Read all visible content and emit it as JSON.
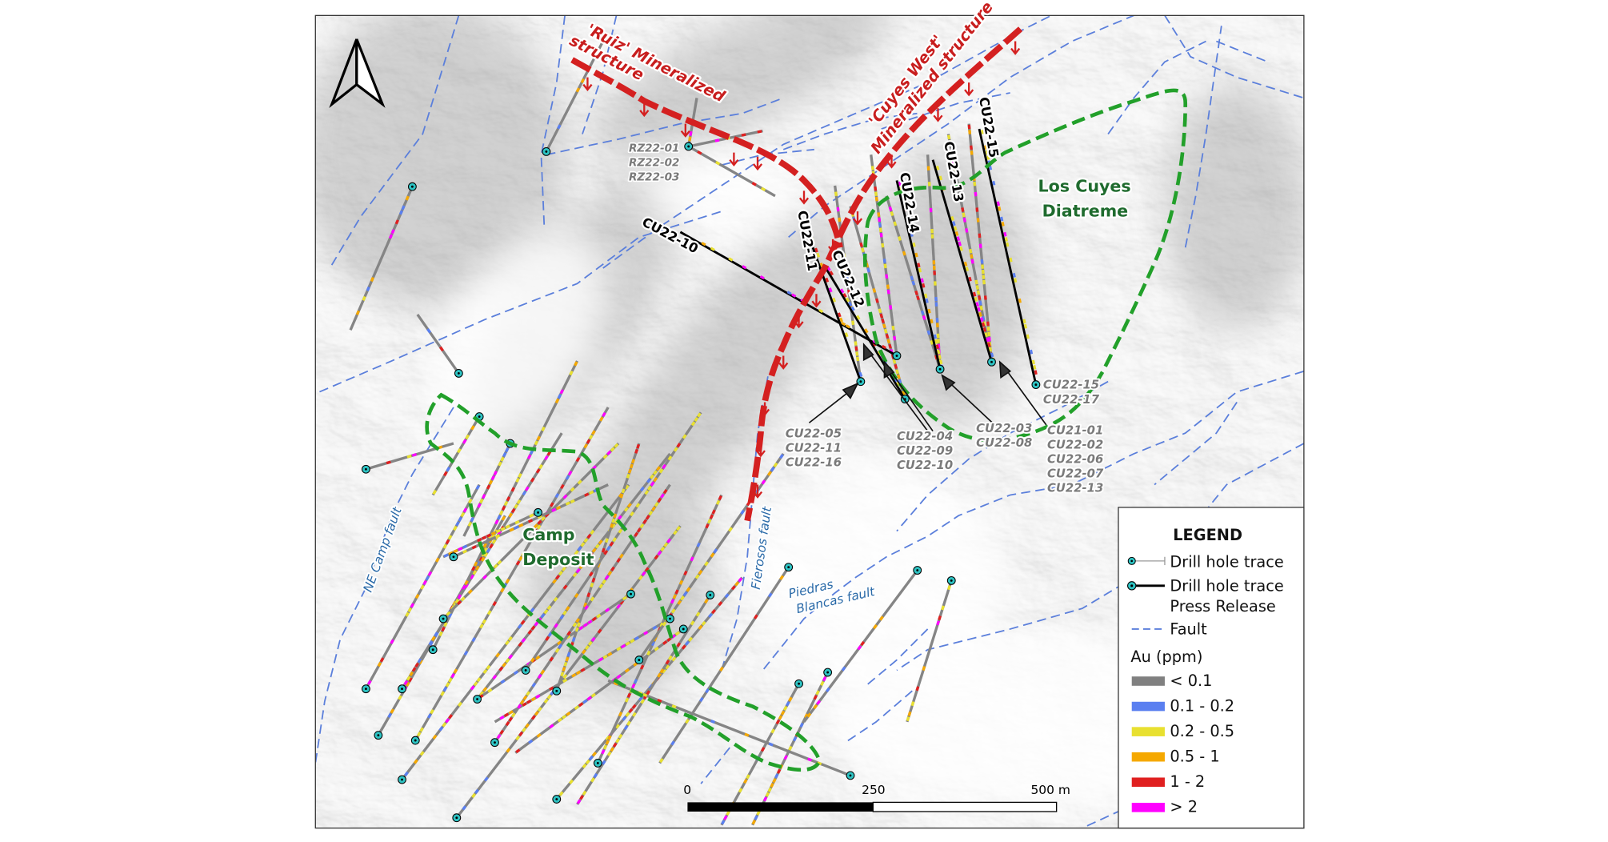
{
  "map": {
    "north_arrow": "north-arrow-icon",
    "structures": {
      "ruiz": [
        "'Ruiz' Mineralized",
        "structure"
      ],
      "cuyes_west": [
        "'Cuyes West'",
        "Mineralized structure"
      ]
    },
    "areas": {
      "los_cuyes": [
        "Los Cuyes",
        "Diatreme"
      ],
      "camp": [
        "Camp",
        "Deposit"
      ]
    },
    "faults": {
      "ne_camp": "NE Camp fault",
      "fierosos": "Fierosos fault",
      "piedras": [
        "Piedras",
        "Blancas fault"
      ]
    },
    "hole_labels": {
      "cu22_10": "CU22-10",
      "cu22_11": "CU22-11",
      "cu22_12": "CU22-12",
      "cu22_13": "CU22-13",
      "cu22_14": "CU22-14",
      "cu22_15": "CU22-15"
    },
    "rz_group": [
      "RZ22-01",
      "RZ22-02",
      "RZ22-03"
    ],
    "collar_groups": {
      "g1": [
        "CU22-05",
        "CU22-11",
        "CU22-16"
      ],
      "g2": [
        "CU22-04",
        "CU22-09",
        "CU22-10"
      ],
      "g3": [
        "CU22-03",
        "CU22-08"
      ],
      "g4": [
        "CU21-01",
        "CU22-02",
        "CU22-06",
        "CU22-07",
        "CU22-13"
      ],
      "g5": [
        "CU22-15",
        "CU22-17"
      ]
    }
  },
  "scale_bar": {
    "labels": [
      "0",
      "250",
      "500 m"
    ]
  },
  "legend": {
    "title": "LEGEND",
    "drill_trace": "Drill hole trace",
    "drill_trace_pr": [
      "Drill hole trace",
      "Press Release"
    ],
    "fault": "Fault",
    "au_title": "Au (ppm)",
    "classes": [
      {
        "label": "< 0.1",
        "color": "#808080"
      },
      {
        "label": "0.1 - 0.2",
        "color": "#5a7ff0"
      },
      {
        "label": "0.2 - 0.5",
        "color": "#e8e030"
      },
      {
        "label": "0.5 - 1",
        "color": "#f5a800"
      },
      {
        "label": "1 - 2",
        "color": "#e02020"
      },
      {
        "label": "> 2",
        "color": "#ff00ff"
      }
    ]
  },
  "colors": {
    "fault": "#5b7fdb",
    "structure": "#d42020",
    "outline": "#22a02a",
    "collar": "#2ec4c4"
  }
}
